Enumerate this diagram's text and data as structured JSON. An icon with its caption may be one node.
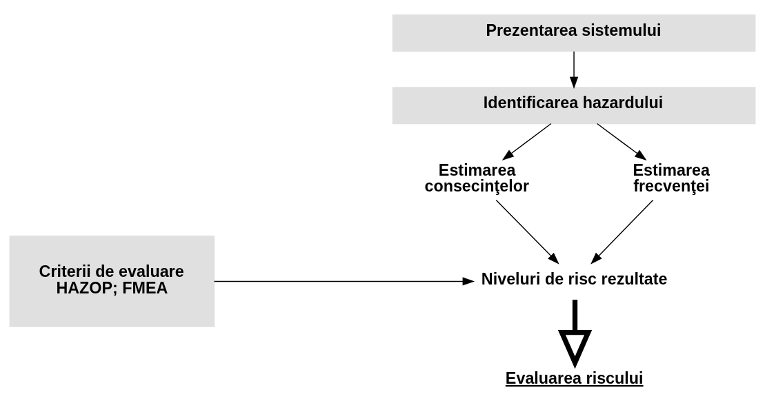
{
  "diagram": {
    "nodes": [
      {
        "text": [
          "Prezentarea sistemului"
        ]
      },
      {
        "text": [
          "Identificarea hazardului"
        ]
      },
      {
        "text": [
          "Estimarea consecinţelor"
        ]
      },
      {
        "text": [
          "Estimarea frecvenţei"
        ]
      },
      {
        "text": [
          "Criterii de evaluare HAZOP; FMEA"
        ]
      },
      {
        "text": [
          "Niveluri de risc rezultate"
        ]
      },
      {
        "text": [
          "Evaluarea riscului"
        ]
      }
    ],
    "edges": [
      {
        "from": 0,
        "to": 1,
        "arrow": "to"
      },
      {
        "from": 1,
        "to": 2,
        "arrow": "to"
      },
      {
        "from": 1,
        "to": 3,
        "arrow": "to"
      },
      {
        "from": 2,
        "to": 5,
        "arrow": "to"
      },
      {
        "from": 3,
        "to": 5,
        "arrow": "to"
      },
      {
        "from": 4,
        "to": 5,
        "arrow": "to"
      },
      {
        "from": 5,
        "to": 6,
        "arrow": "to",
        "style": "thick"
      }
    ]
  }
}
